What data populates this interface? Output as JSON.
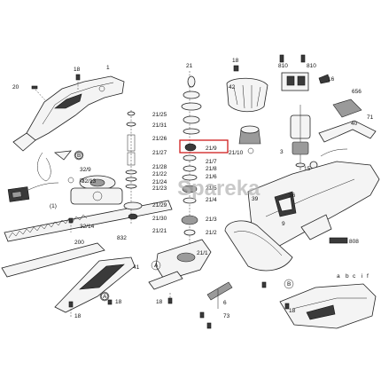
{
  "diagram": {
    "watermark": "Spareka",
    "highlighted_label": "21/9",
    "labels": [
      {
        "id": "l1",
        "text": "1"
      },
      {
        "id": "l18a",
        "text": "18"
      },
      {
        "id": "l20",
        "text": "20"
      },
      {
        "id": "l21",
        "text": "21"
      },
      {
        "id": "l18b",
        "text": "18"
      },
      {
        "id": "l42",
        "text": "42"
      },
      {
        "id": "l810",
        "text": "810"
      },
      {
        "id": "l810b",
        "text": "810"
      },
      {
        "id": "l16",
        "text": "16"
      },
      {
        "id": "l656",
        "text": "656"
      },
      {
        "id": "l40",
        "text": "40"
      },
      {
        "id": "l71",
        "text": "71"
      },
      {
        "id": "l21_25",
        "text": "21/25"
      },
      {
        "id": "l21_31",
        "text": "21/31"
      },
      {
        "id": "l21_26",
        "text": "21/26"
      },
      {
        "id": "l21_27",
        "text": "21/27"
      },
      {
        "id": "l21_28",
        "text": "21/28"
      },
      {
        "id": "l21_22",
        "text": "21/22"
      },
      {
        "id": "l21_23",
        "text": "21/23"
      },
      {
        "id": "l21_24",
        "text": "21/24"
      },
      {
        "id": "l21_29",
        "text": "21/29"
      },
      {
        "id": "l21_30",
        "text": "21/30"
      },
      {
        "id": "l21_21",
        "text": "21/21"
      },
      {
        "id": "l21_9",
        "text": "21/9"
      },
      {
        "id": "l21_10",
        "text": "21/10"
      },
      {
        "id": "l21_7",
        "text": "21/7"
      },
      {
        "id": "l21_8",
        "text": "21/8"
      },
      {
        "id": "l21_6",
        "text": "21/6"
      },
      {
        "id": "l21_5",
        "text": "21/5"
      },
      {
        "id": "l21_4",
        "text": "21/4"
      },
      {
        "id": "l21_3",
        "text": "21/3"
      },
      {
        "id": "l21_2",
        "text": "21/2"
      },
      {
        "id": "l21_1",
        "text": "21/1"
      },
      {
        "id": "l3",
        "text": "3"
      },
      {
        "id": "l15",
        "text": "15"
      },
      {
        "id": "l9",
        "text": "9"
      },
      {
        "id": "l36",
        "text": "36"
      },
      {
        "id": "l39",
        "text": "39"
      },
      {
        "id": "l808",
        "text": "808"
      },
      {
        "id": "lB1",
        "text": "B"
      },
      {
        "id": "l32_9",
        "text": "32/9"
      },
      {
        "id": "l32_13",
        "text": "32/13"
      },
      {
        "id": "l1p",
        "text": "(1)"
      },
      {
        "id": "l32_14",
        "text": "32/14"
      },
      {
        "id": "l832",
        "text": "832"
      },
      {
        "id": "l200",
        "text": "200"
      },
      {
        "id": "l41",
        "text": "41"
      },
      {
        "id": "l18c",
        "text": "18"
      },
      {
        "id": "lA1",
        "text": "A"
      },
      {
        "id": "l18d",
        "text": "18"
      },
      {
        "id": "lA2",
        "text": "A"
      },
      {
        "id": "l6",
        "text": "6"
      },
      {
        "id": "l73",
        "text": "73"
      },
      {
        "id": "l18e",
        "text": "18"
      },
      {
        "id": "lB2",
        "text": "B"
      },
      {
        "id": "la",
        "text": "a"
      },
      {
        "id": "lb",
        "text": "b"
      },
      {
        "id": "lc",
        "text": "c"
      },
      {
        "id": "li",
        "text": "i"
      },
      {
        "id": "lf",
        "text": "f"
      },
      {
        "id": "l18f",
        "text": "18"
      }
    ]
  }
}
